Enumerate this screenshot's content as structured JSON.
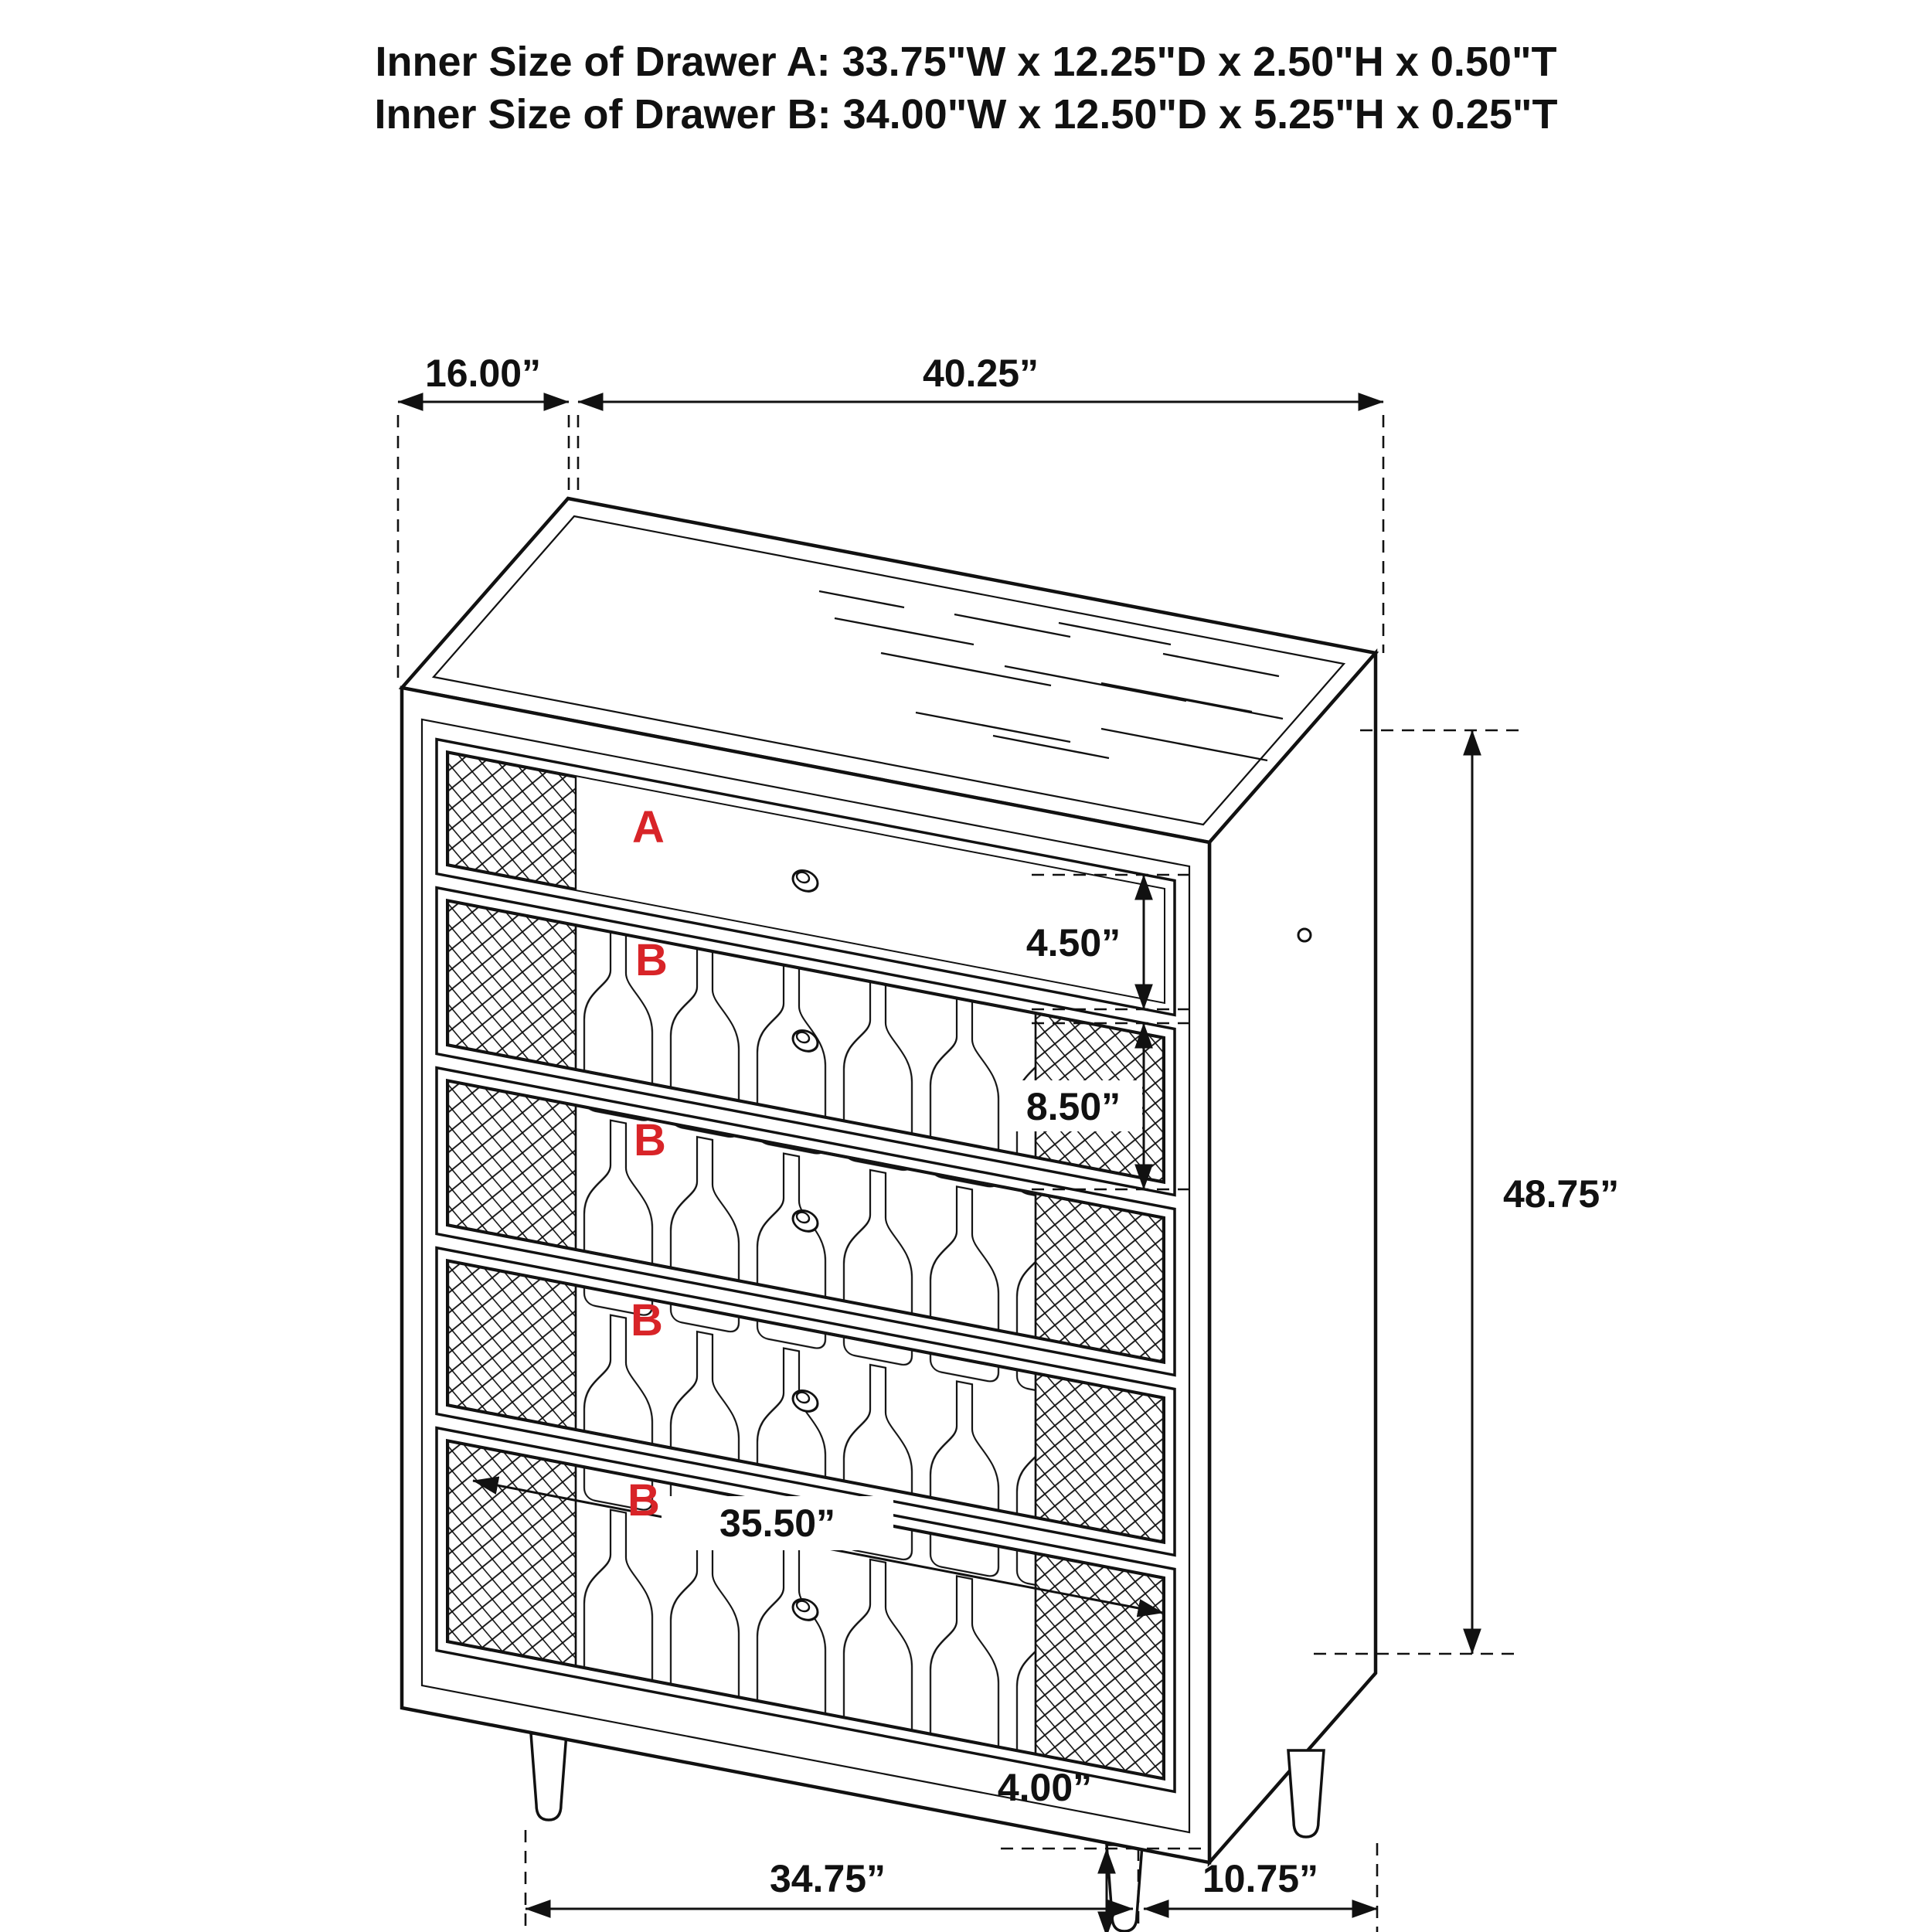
{
  "title": {
    "line1": "Inner Size of Drawer A: 33.75\"W x 12.25\"D x 2.50\"H x 0.50\"T",
    "line2": "Inner Size of Drawer B: 34.00\"W x 12.50\"D x 5.25\"H x 0.25\"T"
  },
  "drawer_labels": {
    "a": "A",
    "b1": "B",
    "b2": "B",
    "b3": "B",
    "b4": "B"
  },
  "dimensions": {
    "top_depth": "16.00”",
    "top_width": "40.25”",
    "drawer_a_front_height": "4.50”",
    "drawer_b_front_height": "8.50”",
    "overall_height": "48.75”",
    "drawer_inner_width": "35.50”",
    "leg_height": "4.00”",
    "front_leg_span": "34.75”",
    "side_leg_span": "10.75”"
  },
  "colors": {
    "line": "#111111",
    "label_red": "#d82428",
    "background": "#ffffff"
  }
}
